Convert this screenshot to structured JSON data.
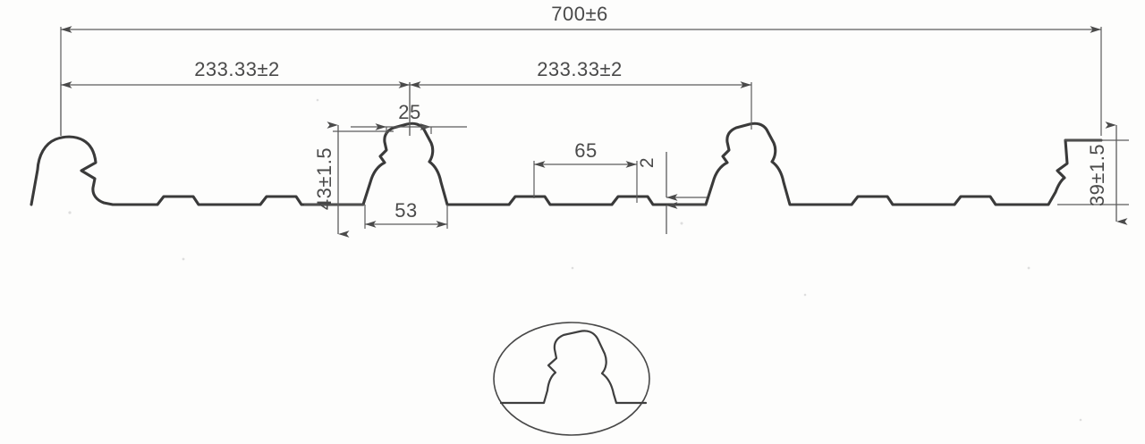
{
  "drawing": {
    "title": "Roof / wall profile sheet cross-section",
    "type": "technical-drawing",
    "units": "mm",
    "line_color": "#3a3a3a",
    "dim_color": "#4a4a4a",
    "background": "#fdfdfc"
  },
  "dimensions": {
    "overall_width": "700±6",
    "rib_pitch_left": "233.33±2",
    "rib_pitch_right": "233.33±2",
    "rib_top_width": "25",
    "rib_base_width": "53",
    "rib_height": "43±1.5",
    "edge_height": "39±1.5",
    "stiffener_spacing": "65",
    "stiffener_depth": "2"
  },
  "dim_labels": [
    {
      "name": "overall-width",
      "value": "700±6"
    },
    {
      "name": "pitch-left",
      "value": "233.33±2"
    },
    {
      "name": "pitch-right",
      "value": "233.33±2"
    },
    {
      "name": "rib-top-width",
      "value": "25"
    },
    {
      "name": "rib-base-width",
      "value": "53"
    },
    {
      "name": "rib-height",
      "value": "43±1.5"
    },
    {
      "name": "edge-height",
      "value": "39±1.5"
    },
    {
      "name": "pan-stiffener-spacing",
      "value": "65"
    },
    {
      "name": "pan-stiffener-depth",
      "value": "2"
    }
  ],
  "detail": {
    "name": "rib-detail-enlargement",
    "shape": "ellipse",
    "caption": ""
  }
}
